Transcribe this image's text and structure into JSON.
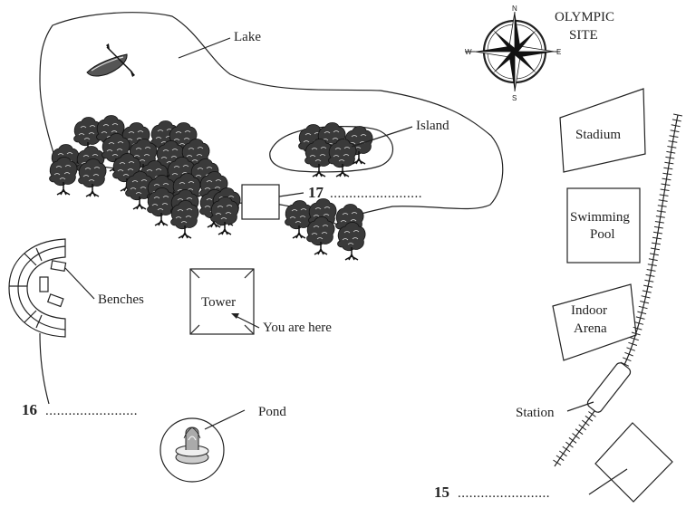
{
  "title_line1": "OLYMPIC",
  "title_line2": "SITE",
  "compass": {
    "n": "N",
    "s": "S",
    "e": "E",
    "w": "W"
  },
  "labels": {
    "lake": "Lake",
    "island": "Island",
    "benches": "Benches",
    "tower": "Tower",
    "you_are_here": "You are here",
    "pond": "Pond",
    "stadium": "Stadium",
    "swimming_line1": "Swimming",
    "swimming_line2": "Pool",
    "indoor_line1": "Indoor",
    "indoor_line2": "Arena",
    "station": "Station"
  },
  "questions": [
    {
      "number": "15",
      "blank": "........................"
    },
    {
      "number": "16",
      "blank": "........................"
    },
    {
      "number": "17",
      "blank": "........................"
    }
  ],
  "icons": [
    "compass-rose-icon",
    "rowing-boat-icon",
    "tree-icon",
    "fountain-icon",
    "railway-track-icon"
  ]
}
